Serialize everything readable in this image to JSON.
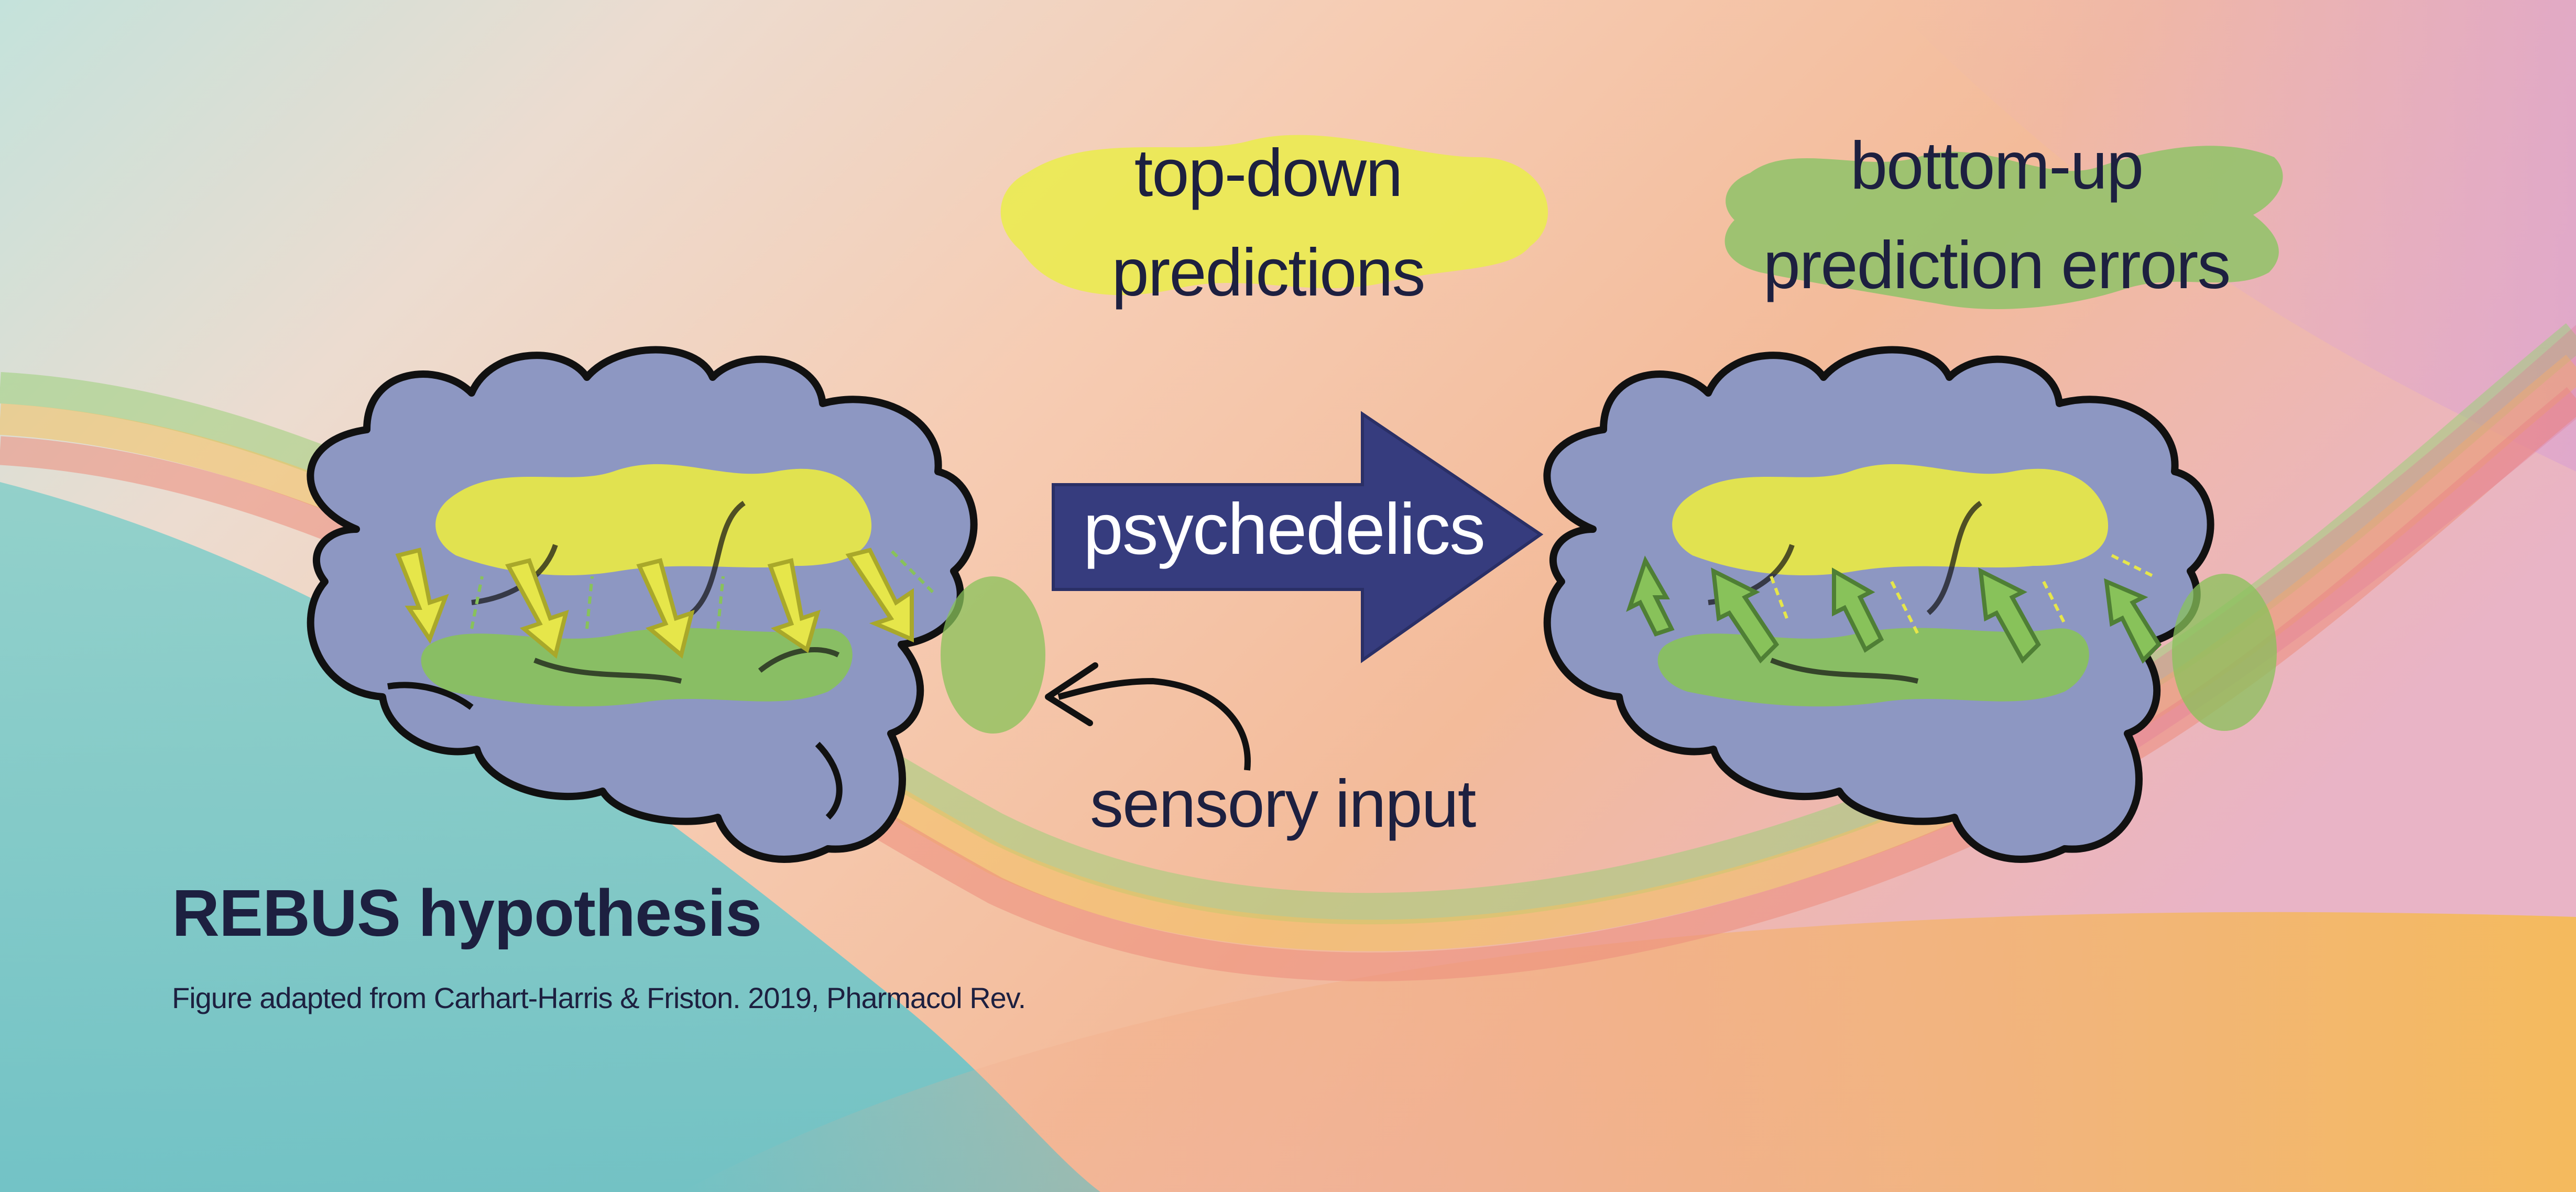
{
  "labels": {
    "top_down": [
      "top-down",
      "predictions"
    ],
    "bottom_up": [
      "bottom-up",
      "prediction errors"
    ],
    "central_arrow": "psychedelics",
    "sensory": "sensory input"
  },
  "title": "REBUS hypothesis",
  "caption": "Figure adapted from Carhart-Harris & Friston. 2019, Pharmacol Rev.",
  "colors": {
    "outline": "#111111",
    "brain_fill": "#8d97c2",
    "prediction_yellow": "#e6e64a",
    "error_green": "#88c25a",
    "arrow_navy": "#363c7e",
    "text_dark": "#1d2040"
  },
  "icons": {
    "left_brain": "brain-icon",
    "right_brain": "brain-icon",
    "central_arrow": "right-arrow-icon",
    "sensory_arrow": "curved-arrow-icon"
  }
}
